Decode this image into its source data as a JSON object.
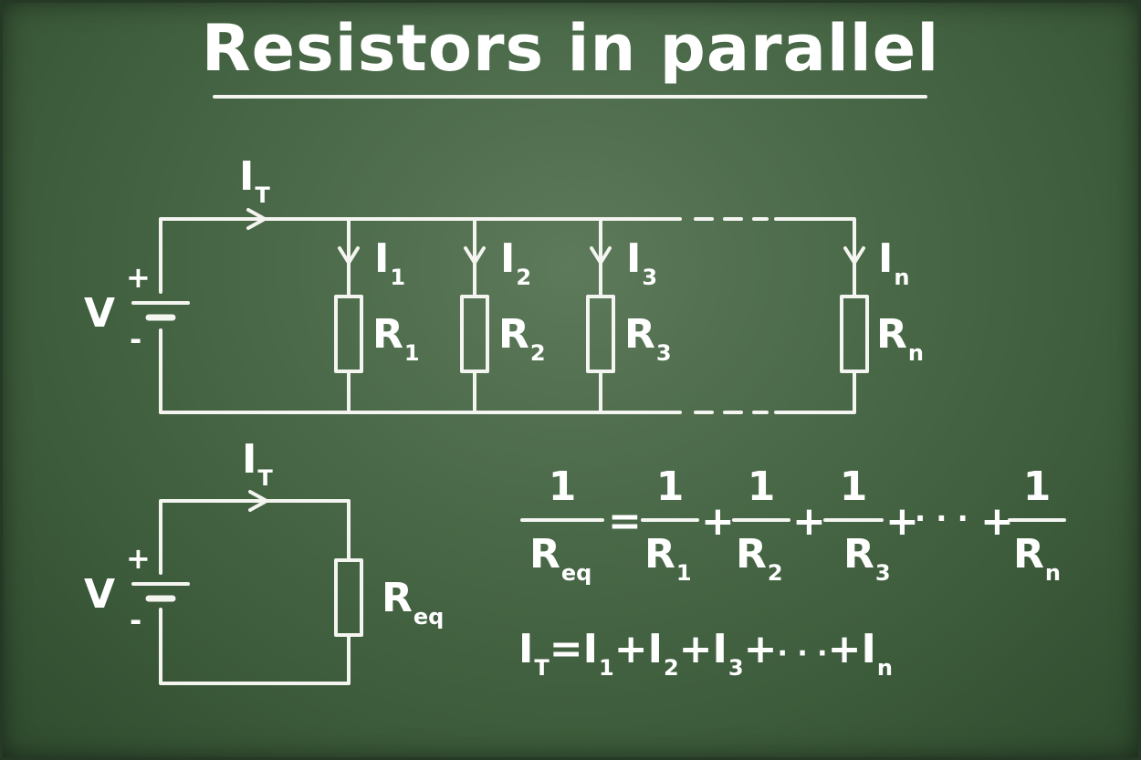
{
  "title": "Resistors in parallel",
  "circuit_parallel": {
    "source_label": "V",
    "plus": "+",
    "minus": "-",
    "total_current": {
      "main": "I",
      "sub": "T"
    },
    "branches": [
      {
        "current": {
          "main": "I",
          "sub": "1"
        },
        "resistor": {
          "main": "R",
          "sub": "1"
        }
      },
      {
        "current": {
          "main": "I",
          "sub": "2"
        },
        "resistor": {
          "main": "R",
          "sub": "2"
        }
      },
      {
        "current": {
          "main": "I",
          "sub": "3"
        },
        "resistor": {
          "main": "R",
          "sub": "3"
        }
      },
      {
        "current": {
          "main": "I",
          "sub": "n"
        },
        "resistor": {
          "main": "R",
          "sub": "n"
        }
      }
    ]
  },
  "circuit_equivalent": {
    "source_label": "V",
    "plus": "+",
    "minus": "-",
    "total_current": {
      "main": "I",
      "sub": "T"
    },
    "resistor": {
      "main": "R",
      "sub": "eq"
    }
  },
  "formula_resistance": {
    "numerator": "1",
    "lhs": {
      "main": "R",
      "sub": "eq"
    },
    "equals": "=",
    "plus": "+",
    "dots": "· · ·",
    "terms": [
      {
        "main": "R",
        "sub": "1"
      },
      {
        "main": "R",
        "sub": "2"
      },
      {
        "main": "R",
        "sub": "3"
      },
      {
        "main": "R",
        "sub": "n"
      }
    ]
  },
  "formula_current": {
    "lhs": {
      "main": "I",
      "sub": "T"
    },
    "equals": "=",
    "plus": "+",
    "dots": "· · ·",
    "terms": [
      {
        "main": "I",
        "sub": "1"
      },
      {
        "main": "I",
        "sub": "2"
      },
      {
        "main": "I",
        "sub": "3"
      },
      {
        "main": "I",
        "sub": "n"
      }
    ]
  }
}
